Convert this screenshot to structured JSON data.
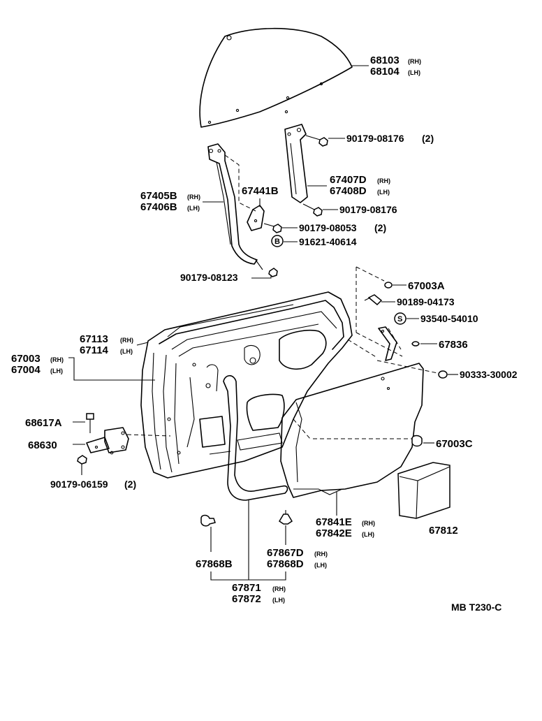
{
  "labels": {
    "p68103": "68103",
    "p68103_sfx": "(RH)",
    "p68104": "68104",
    "p68104_sfx": "(LH)",
    "p90179_08176_top": "90179-08176",
    "p90179_08176_top_qty": "(2)",
    "p67407D": "67407D",
    "p67407D_sfx": "(RH)",
    "p67408D": "67408D",
    "p67408D_sfx": "(LH)",
    "p67405B": "67405B",
    "p67405B_sfx": "(RH)",
    "p67406B": "67406B",
    "p67406B_sfx": "(LH)",
    "p67441B": "67441B",
    "p90179_08176_bot": "90179-08176",
    "p90179_08053": "90179-08053",
    "p90179_08053_qty": "(2)",
    "p91621_40614": "91621-40614",
    "p91621_40614_mark": "B",
    "p90179_08123": "90179-08123",
    "p67003A": "67003A",
    "p90189_04173": "90189-04173",
    "p93540_54010": "93540-54010",
    "p93540_54010_mark": "S",
    "p67836": "67836",
    "p67113": "67113",
    "p67113_sfx": "(RH)",
    "p67114": "67114",
    "p67114_sfx": "(LH)",
    "p67003": "67003",
    "p67003_sfx": "(RH)",
    "p67004": "67004",
    "p67004_sfx": "(LH)",
    "p90333_30002": "90333-30002",
    "p68617A": "68617A",
    "p68630": "68630",
    "p67003C": "67003C",
    "p90179_06159": "90179-06159",
    "p90179_06159_qty": "(2)",
    "p67841E": "67841E",
    "p67841E_sfx": "(RH)",
    "p67842E": "67842E",
    "p67842E_sfx": "(LH)",
    "p67812": "67812",
    "p67868B": "67868B",
    "p67867D": "67867D",
    "p67867D_sfx": "(RH)",
    "p67868D": "67868D",
    "p67868D_sfx": "(LH)",
    "p67871": "67871",
    "p67871_sfx": "(RH)",
    "p67872": "67872",
    "p67872_sfx": "(LH)",
    "ref_code": "MB T230-C"
  }
}
